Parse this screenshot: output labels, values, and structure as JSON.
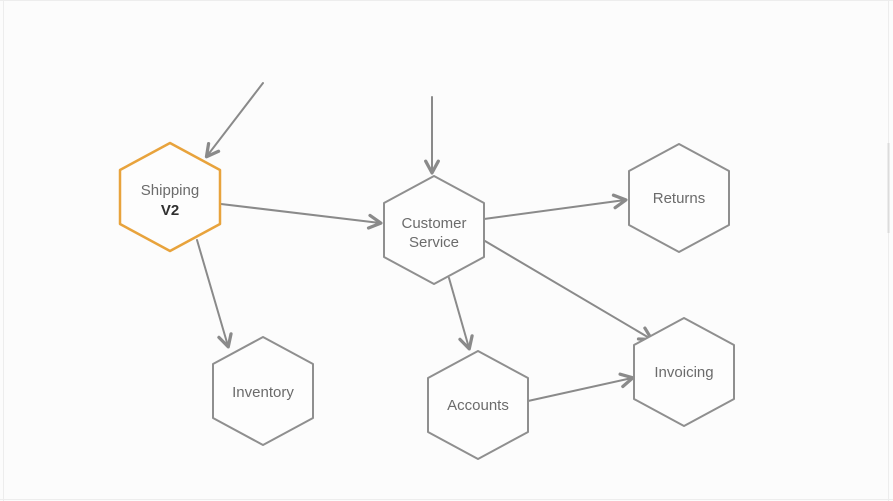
{
  "canvas": {
    "background": "#fcfcfc",
    "frame_line_color": "#ededed"
  },
  "colors": {
    "node_border": "#8f8f8f",
    "node_fill": "#fdfdfd",
    "connector": "#8a8a8a",
    "highlight_border": "#e8a33c",
    "label_text": "#6b6b6b",
    "sublabel_text": "#2f2f2f"
  },
  "nodes": [
    {
      "id": "shipping",
      "label": "Shipping",
      "sublabel": "V2",
      "shape": "hexagon",
      "highlighted": true
    },
    {
      "id": "customer-service",
      "label": "Customer Service",
      "lines": [
        "Customer",
        "Service"
      ],
      "shape": "hexagon",
      "highlighted": false
    },
    {
      "id": "returns",
      "label": "Returns",
      "shape": "hexagon",
      "highlighted": false
    },
    {
      "id": "inventory",
      "label": "Inventory",
      "shape": "hexagon",
      "highlighted": false
    },
    {
      "id": "accounts",
      "label": "Accounts",
      "shape": "hexagon",
      "highlighted": false
    },
    {
      "id": "invoicing",
      "label": "Invoicing",
      "shape": "hexagon",
      "highlighted": false
    }
  ],
  "edges": [
    {
      "from": "external-top-left",
      "to": "shipping",
      "arrow": "end"
    },
    {
      "from": "external-top",
      "to": "customer-service",
      "arrow": "end"
    },
    {
      "from": "shipping",
      "to": "customer-service",
      "arrow": "end"
    },
    {
      "from": "shipping",
      "to": "inventory",
      "arrow": "end"
    },
    {
      "from": "customer-service",
      "to": "returns",
      "arrow": "end"
    },
    {
      "from": "customer-service",
      "to": "accounts",
      "arrow": "end"
    },
    {
      "from": "customer-service",
      "to": "invoicing",
      "arrow": "end"
    },
    {
      "from": "accounts",
      "to": "invoicing",
      "arrow": "end"
    }
  ]
}
